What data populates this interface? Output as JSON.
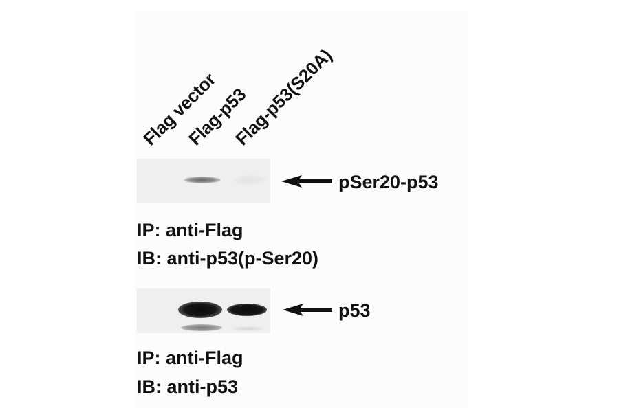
{
  "figure": {
    "lanes": [
      {
        "label": "Flag vector"
      },
      {
        "label": "Flag-p53"
      },
      {
        "label": "Flag-p53(S20A)"
      }
    ],
    "blots": [
      {
        "marker_label": "pSer20-p53",
        "ip_line": "IP: anti-Flag",
        "ib_line": "IB: anti-p53(p-Ser20)",
        "band_intensity": {
          "Flag vector": "none",
          "Flag-p53": "weak",
          "Flag-p53(S20A)": "very faint"
        }
      },
      {
        "marker_label": "p53",
        "ip_line": "IP: anti-Flag",
        "ib_line": "IB: anti-p53",
        "band_intensity": {
          "Flag vector": "none",
          "Flag-p53": "strong",
          "Flag-p53(S20A)": "strong"
        }
      }
    ],
    "arrow_icon": "left-arrow",
    "colors": {
      "background": "#ffffff",
      "panel": "#fcfcfc",
      "membrane": "#efefef",
      "band_dark": "#111111",
      "text": "#111111"
    }
  }
}
